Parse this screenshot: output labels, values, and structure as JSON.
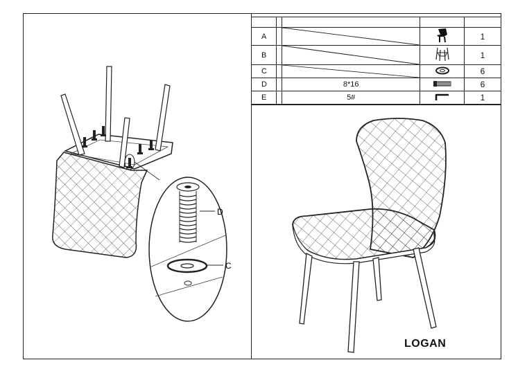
{
  "parts_table": {
    "rows": [
      {
        "label": "A",
        "spec": "",
        "icon": "seat-shell-icon",
        "qty": "1"
      },
      {
        "label": "B",
        "spec": "",
        "icon": "leg-frame-icon",
        "qty": "1"
      },
      {
        "label": "C",
        "spec": "",
        "icon": "washer-icon",
        "qty": "6"
      },
      {
        "label": "D",
        "spec": "8*16",
        "icon": "bolt-icon",
        "qty": "6"
      },
      {
        "label": "E",
        "spec": "5#",
        "icon": "allen-key-icon",
        "qty": "1"
      }
    ]
  },
  "callouts": {
    "bolt": "D",
    "washer": "C"
  },
  "product_name": "LOGAN"
}
